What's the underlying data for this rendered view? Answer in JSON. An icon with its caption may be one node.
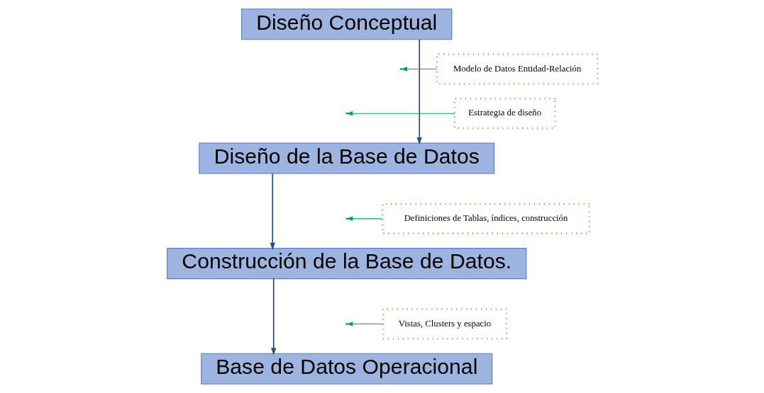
{
  "diagram": {
    "nodes": [
      {
        "text": [
          "Diseño Conceptual"
        ]
      },
      {
        "text": [
          "Estrategia de diseño"
        ]
      },
      {
        "text": [
          "Modelo de Datos Entidad-Relación"
        ]
      },
      {
        "text": [
          "Diseño de la Base de Datos"
        ]
      },
      {
        "text": [
          "Definiciones de Tablas, índices, construcción"
        ]
      },
      {
        "text": [
          "Construcción de la Base de Datos."
        ]
      },
      {
        "text": [
          "Vistas, Clusters y espacio"
        ]
      },
      {
        "text": [
          "Base de Datos Operacional"
        ]
      }
    ],
    "edges": [
      {
        "from": 0,
        "to": 3,
        "arrow": "to"
      },
      {
        "from": 1,
        "to": null,
        "arrow": "to",
        "color": "#00a651"
      },
      {
        "from": 2,
        "to": null,
        "arrow": "to",
        "color": "#00a651"
      },
      {
        "from": 3,
        "to": 5,
        "arrow": "to"
      },
      {
        "from": 4,
        "to": null,
        "arrow": "to",
        "color": "#00a651"
      },
      {
        "from": 5,
        "to": 7,
        "arrow": "to"
      },
      {
        "from": 6,
        "to": null,
        "arrow": "to",
        "color": "#00a651"
      }
    ]
  }
}
